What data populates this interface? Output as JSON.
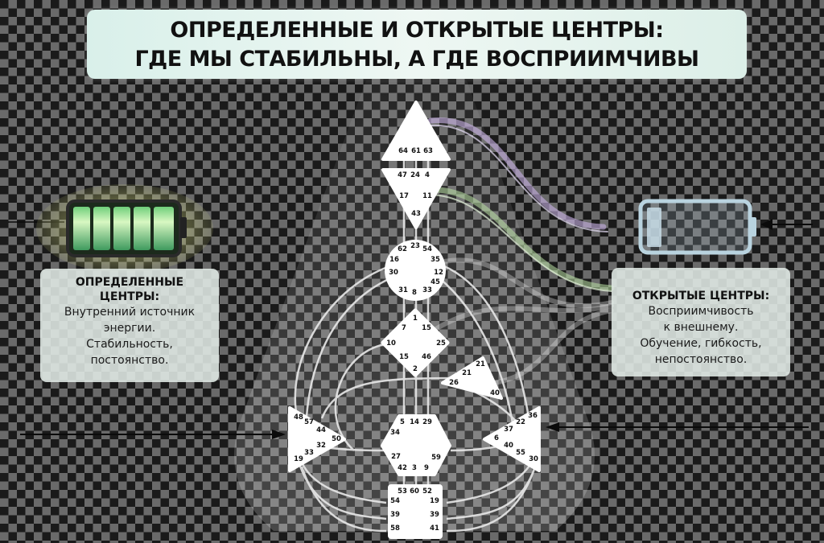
{
  "title": {
    "line1": "ОПРЕДЕЛЕННЫЕ И ОТКРЫТЫЕ ЦЕНТРЫ:",
    "line2": "ГДЕ МЫ СТАБИЛЬНЫ, А ГДЕ ВОСПРИИМЧИВЫ"
  },
  "left_panel": {
    "icon": "battery-full-icon",
    "heading_line1": "ОПРЕДЕЛЕННЫЕ",
    "heading_line2": "ЦЕНТРЫ:",
    "text_line1": "Внутренний источник",
    "text_line2": "энергии.",
    "text_line3": "Стабильность,",
    "text_line4": "постоянство.",
    "accent_color": "#9fe07a"
  },
  "right_panel": {
    "icon": "battery-empty-icon",
    "heading": "ОТКРЫТЫЕ ЦЕНТРЫ:",
    "text_line1": "Восприимчивость",
    "text_line2": "к внешнему.",
    "text_line3": "Обучение, гибкость,",
    "text_line4": "непостоянство.",
    "accent_color": "#bcd9e6"
  },
  "bodygraph": {
    "head": {
      "gates": [
        "64",
        "61",
        "63"
      ]
    },
    "ajna": {
      "gates": [
        "47",
        "24",
        "4",
        "17",
        "11",
        "43"
      ]
    },
    "throat": {
      "gates": [
        "62",
        "23",
        "54",
        "16",
        "35",
        "30",
        "12",
        "45",
        "31",
        "8",
        "33"
      ]
    },
    "g_center": {
      "gates": [
        "1",
        "7",
        "15",
        "10",
        "25",
        "15",
        "46",
        "2"
      ]
    },
    "heart": {
      "gates": [
        "21",
        "21",
        "26",
        "40"
      ]
    },
    "spleen": {
      "gates": [
        "48",
        "57",
        "44",
        "50",
        "32",
        "33",
        "19"
      ]
    },
    "sacral": {
      "gates": [
        "5",
        "14",
        "29",
        "34",
        "27",
        "59",
        "42",
        "3",
        "9"
      ]
    },
    "solar_plexus": {
      "gates": [
        "36",
        "22",
        "37",
        "6",
        "40",
        "55",
        "30"
      ]
    },
    "root": {
      "gates": [
        "53",
        "60",
        "52",
        "54",
        "19",
        "39",
        "39",
        "58",
        "41"
      ]
    }
  },
  "colors": {
    "background_dark": "#1a1a1a",
    "background_light": "#6a6a6a",
    "center_fill": "#ffffff",
    "stream_purple": "#c9b3e6",
    "stream_green": "#b9e0a4"
  }
}
